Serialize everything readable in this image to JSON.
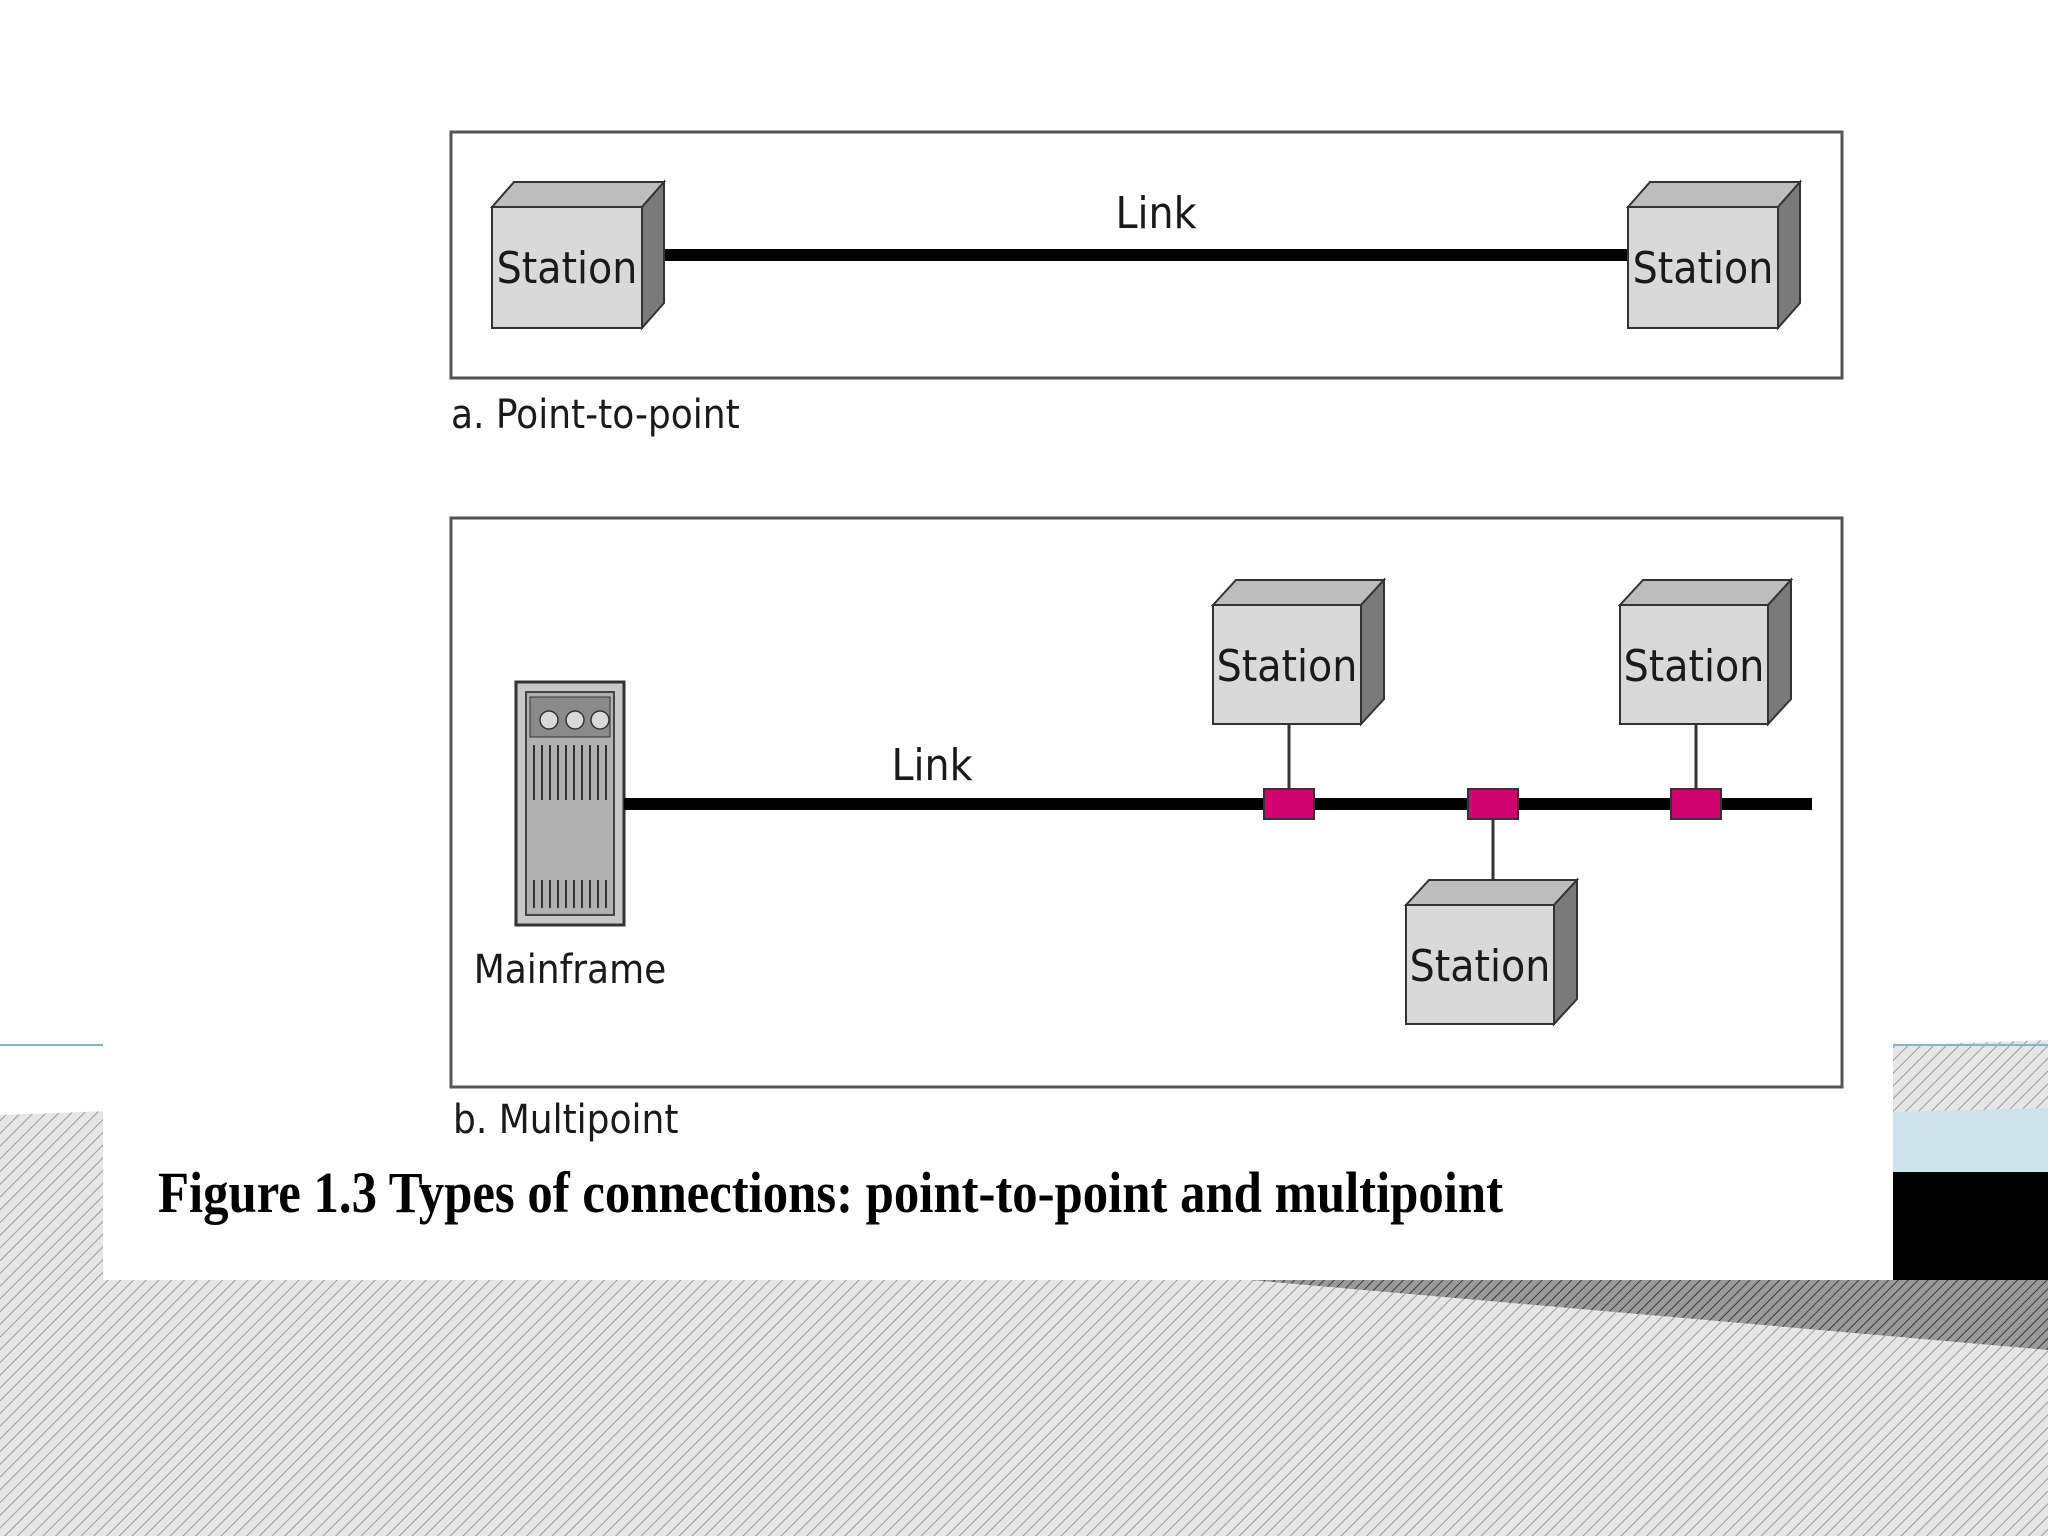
{
  "figure": {
    "panel_a": {
      "link_label": "Link",
      "stations": [
        "Station",
        "Station"
      ],
      "caption": "a. Point-to-point"
    },
    "panel_b": {
      "link_label": "Link",
      "mainframe_label": "Mainframe",
      "stations": [
        "Station",
        "Station",
        "Station"
      ],
      "caption": "b. Multipoint"
    },
    "title": "Figure 1.3 Types of connections: point-to-point and multipoint"
  },
  "colors": {
    "station_front": "#d9d9d9",
    "station_top": "#bdbdbd",
    "station_side": "#7a7a7a",
    "tap": "#d1006f",
    "link": "#000000"
  }
}
